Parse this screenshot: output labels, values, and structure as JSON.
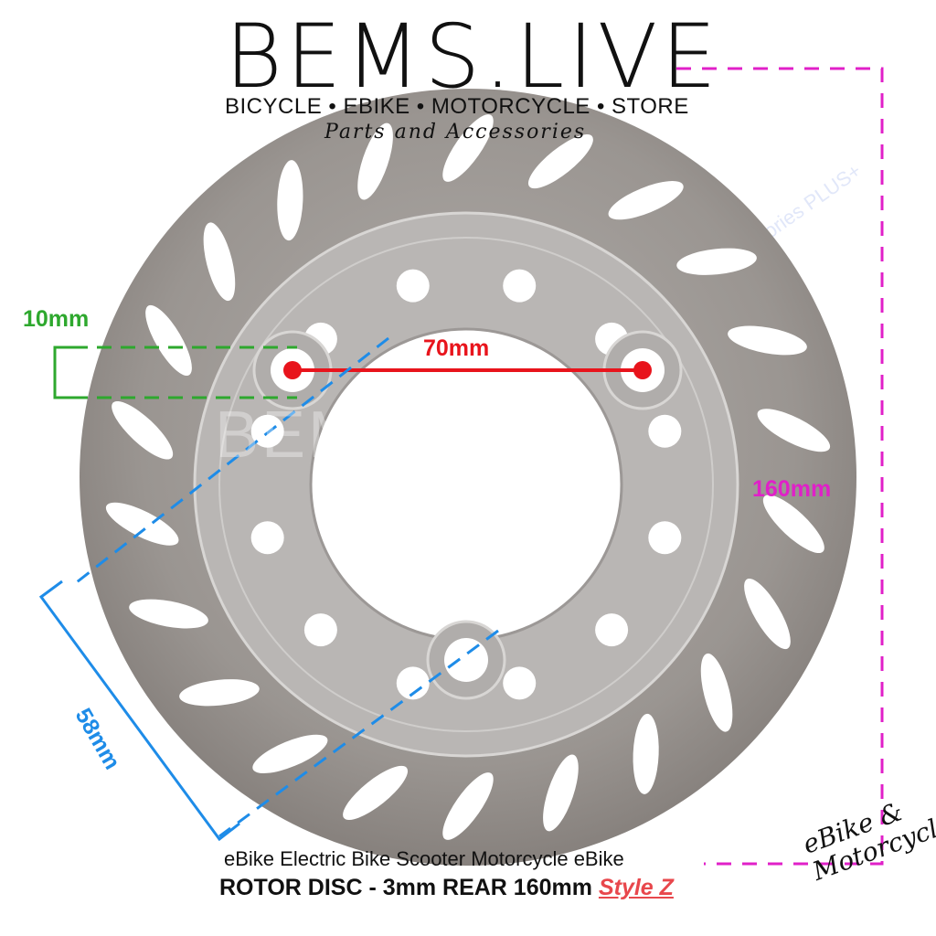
{
  "brand": {
    "name": "BEMS.LIVE",
    "tagline": "BICYCLE • EBIKE • MOTORCYCLE • STORE",
    "script": "Parts and Accessories"
  },
  "watermark": "BEMS ebike parts & accessories PLUS+",
  "dimensions": {
    "bolt_spacing": "70mm",
    "diameter": "160mm",
    "slot_width": "10mm",
    "hub_radius": "58mm"
  },
  "colors": {
    "bolt": "#e8141c",
    "diameter": "#e020c8",
    "slot": "#2ea82e",
    "hub": "#1e8ce8",
    "style": "#e8474c"
  },
  "caption": {
    "line1": "eBike Electric Bike Scooter Motorcycle eBike",
    "line2": "ROTOR DISC - 3mm REAR 160mm",
    "style": "Style Z"
  },
  "signature": {
    "line1": "eBike &",
    "line2": "Motorcycles"
  }
}
